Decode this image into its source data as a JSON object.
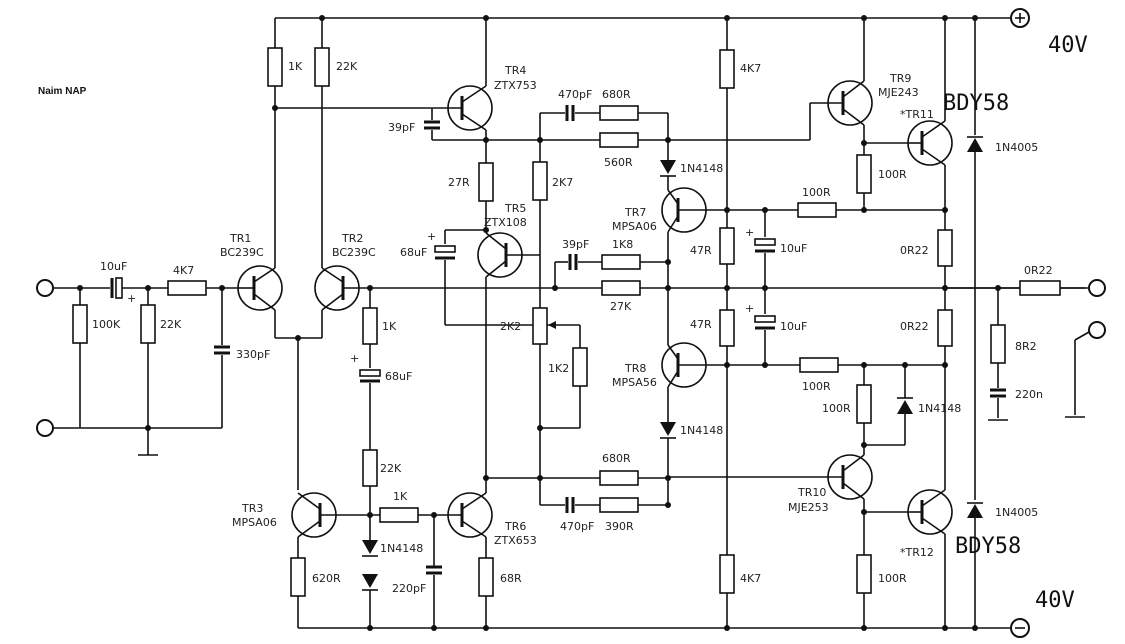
{
  "title": "Naim NAP",
  "supply": {
    "pos": "40V",
    "neg": "40V"
  },
  "transistors": [
    {
      "ref": "TR1",
      "part": "BC239C"
    },
    {
      "ref": "TR2",
      "part": "BC239C"
    },
    {
      "ref": "TR3",
      "part": "MPSA06"
    },
    {
      "ref": "TR4",
      "part": "ZTX753"
    },
    {
      "ref": "TR5",
      "part": "ZTX108"
    },
    {
      "ref": "TR6",
      "part": "ZTX653"
    },
    {
      "ref": "TR7",
      "part": "MPSA06"
    },
    {
      "ref": "TR8",
      "part": "MPSA56"
    },
    {
      "ref": "TR9",
      "part": "MJE243"
    },
    {
      "ref": "TR10",
      "part": "MJE253"
    },
    {
      "ref": "*TR11",
      "part": "BDY58"
    },
    {
      "ref": "*TR12",
      "part": "BDY58"
    }
  ],
  "components": {
    "r_1k_top": "1K",
    "r_22k_top": "22K",
    "c_39pf_a": "39pF",
    "r_27r": "27R",
    "r_2k7": "2K7",
    "c_68uf_a": "68uF",
    "c_470pf_a": "470pF",
    "r_680r_a": "680R",
    "r_560r": "560R",
    "d_1n4148_a": "1N4148",
    "c_39pf_b": "39pF",
    "r_1k8": "1K8",
    "r_27k": "27K",
    "r_2k2": "2K2",
    "r_1k2": "1K2",
    "d_1n4148_b": "1N4148",
    "r_680r_b": "680R",
    "c_470pf_b": "470pF",
    "r_390r": "390R",
    "c_10uf_in": "10uF",
    "r_4k7_in": "4K7",
    "r_100k": "100K",
    "r_22k_in": "22K",
    "c_330pf": "330pF",
    "r_1k_mid": "1K",
    "c_68uf_b": "68uF",
    "r_22k_bot": "22K",
    "r_1k_bot": "1K",
    "d_1n4148_c": "1N4148",
    "c_220pf": "220pF",
    "r_620r": "620R",
    "r_68r": "68R",
    "r_4k7_top": "4K7",
    "r_47r_a": "47R",
    "r_47r_b": "47R",
    "c_10uf_a": "10uF",
    "c_10uf_b": "10uF",
    "r_4k7_bot": "4K7",
    "r_100r_a": "100R",
    "r_100r_b": "100R",
    "r_100r_c": "100R",
    "r_100r_d": "100R",
    "r_100r_e": "100R",
    "d_1n4148_d": "1N4148",
    "r_0r22_a": "0R22",
    "r_0r22_b": "0R22",
    "r_0r22_out": "0R22",
    "d_1n4005_a": "1N4005",
    "d_1n4005_b": "1N4005",
    "r_8r2": "8R2",
    "c_220n": "220n"
  },
  "icons": [
    "plus-terminal-icon",
    "minus-terminal-icon",
    "ground-icon"
  ]
}
